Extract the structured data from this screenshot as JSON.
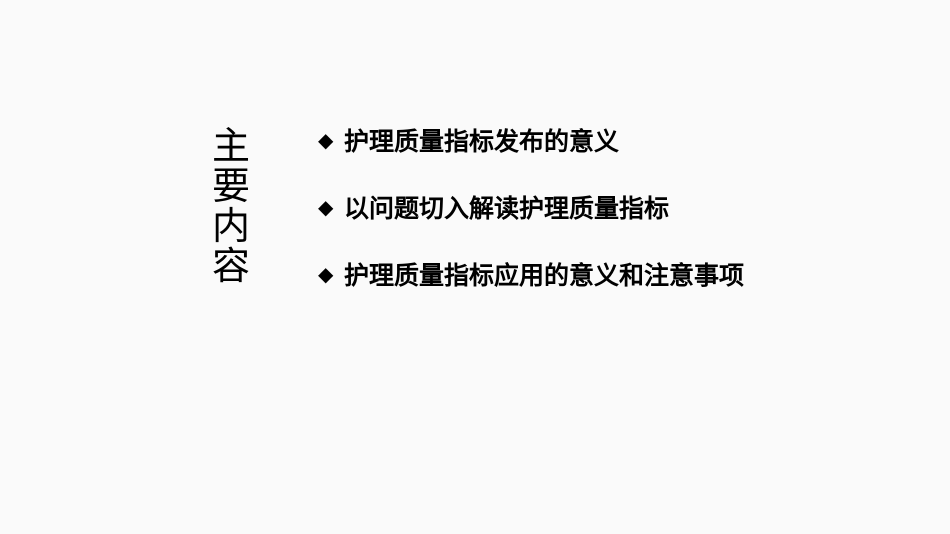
{
  "slide": {
    "title_chars": [
      "主",
      "要",
      "内",
      "容"
    ],
    "bullet_glyph": "◆",
    "items": [
      {
        "text": "护理质量指标发布的意义"
      },
      {
        "text": "以问题切入解读护理质量指标"
      },
      {
        "text": "护理质量指标应用的意义和注意事项"
      }
    ]
  }
}
